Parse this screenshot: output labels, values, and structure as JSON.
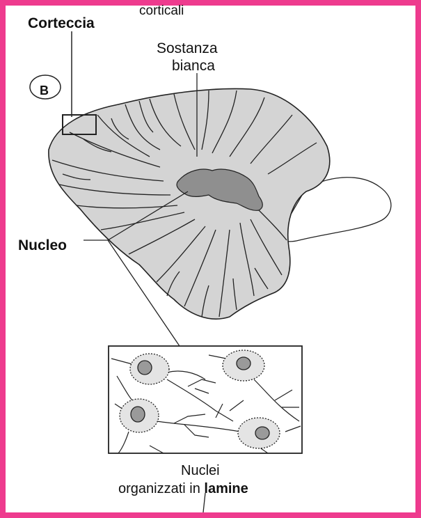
{
  "labels": {
    "cut_top": "corticali",
    "corteccia": "Corteccia",
    "panel_letter": "B",
    "sostanza_line1": "Sostanza",
    "sostanza_line2": "bianca",
    "nucleo": "Nucleo",
    "nuclei_line1": "Nuclei",
    "nuclei_line2_normal": "organizzati in ",
    "nuclei_line2_bold": "lamine"
  },
  "colors": {
    "frame": "#ee3b8e",
    "cortex_fill": "#d4d4d4",
    "nucleus_fill": "#8f8f8f",
    "neuron_body": "#e4e4e4",
    "neuron_nucleus": "#9a9a9a",
    "line": "#222222"
  }
}
